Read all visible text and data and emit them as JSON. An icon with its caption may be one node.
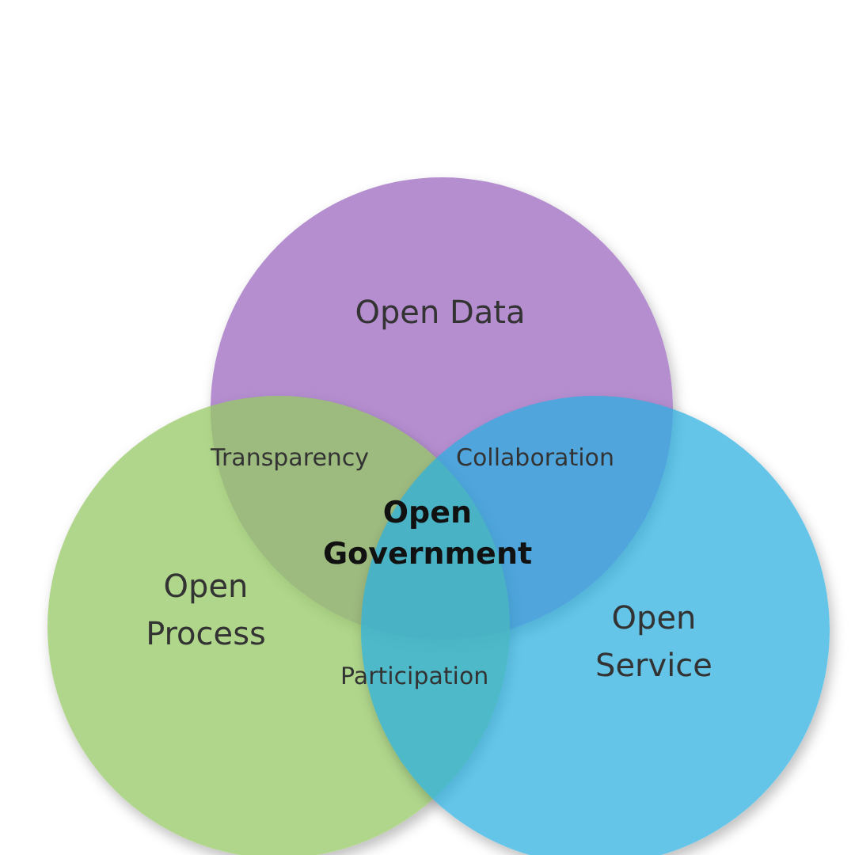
{
  "diagram": {
    "nodes": [
      {
        "text": [
          "Open Data"
        ]
      },
      {
        "text": [
          "Open Process"
        ]
      },
      {
        "text": [
          "Open Service"
        ]
      }
    ],
    "labels": [
      "Transparency",
      "Collaboration",
      "Open Government",
      "Participation"
    ]
  }
}
